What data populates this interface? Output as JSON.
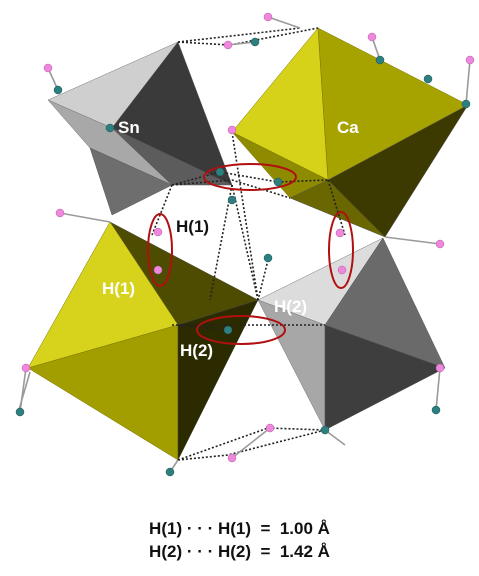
{
  "labels": {
    "sn": "Sn",
    "ca": "Ca",
    "h1_top": "H(1)",
    "h1_left": "H(1)",
    "h2_right": "H(2)",
    "h2_bottom": "H(2)"
  },
  "caption": {
    "line1": "H(1) · · · H(1)  =  1.00 Å",
    "line2": "H(2) · · · H(2)  =  1.42 Å"
  },
  "colors": {
    "tin_polyhedron": "#a9a9a9",
    "calcium_polyhedron": "#b7b300",
    "hydrogen_atom": "#ee88dd",
    "oxygen_atom": "#2e7f7f",
    "highlight_ellipse": "#b01010"
  }
}
